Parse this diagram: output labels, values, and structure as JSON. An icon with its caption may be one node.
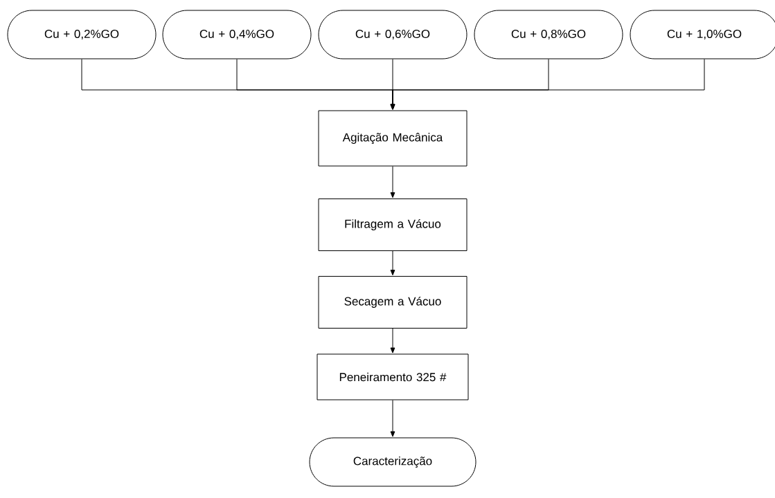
{
  "diagram": {
    "nodes": [
      {
        "text": [
          "Cu + 0,2%GO"
        ]
      },
      {
        "text": [
          "Cu + 0,4%GO"
        ]
      },
      {
        "text": [
          "Cu + 0,6%GO"
        ]
      },
      {
        "text": [
          "Cu + 0,8%GO"
        ]
      },
      {
        "text": [
          "Cu + 1,0%GO"
        ]
      },
      {
        "text": [
          "Agitação Mecânica"
        ]
      },
      {
        "text": [
          "Filtragem a Vácuo"
        ]
      },
      {
        "text": [
          "Secagem a Vácuo"
        ]
      },
      {
        "text": [
          "Peneiramento 325 #"
        ]
      },
      {
        "text": [
          "Caracterização"
        ]
      }
    ],
    "edges": [
      {
        "from": 0,
        "to": 5,
        "arrow": "to"
      },
      {
        "from": 1,
        "to": 5,
        "arrow": "to"
      },
      {
        "from": 2,
        "to": 5,
        "arrow": "to"
      },
      {
        "from": 3,
        "to": 5,
        "arrow": "to"
      },
      {
        "from": 4,
        "to": 5,
        "arrow": "to"
      },
      {
        "from": 5,
        "to": 6,
        "arrow": "to"
      },
      {
        "from": 6,
        "to": 7,
        "arrow": "to"
      },
      {
        "from": 7,
        "to": 8,
        "arrow": "to"
      },
      {
        "from": 8,
        "to": 9,
        "arrow": "to"
      }
    ]
  }
}
